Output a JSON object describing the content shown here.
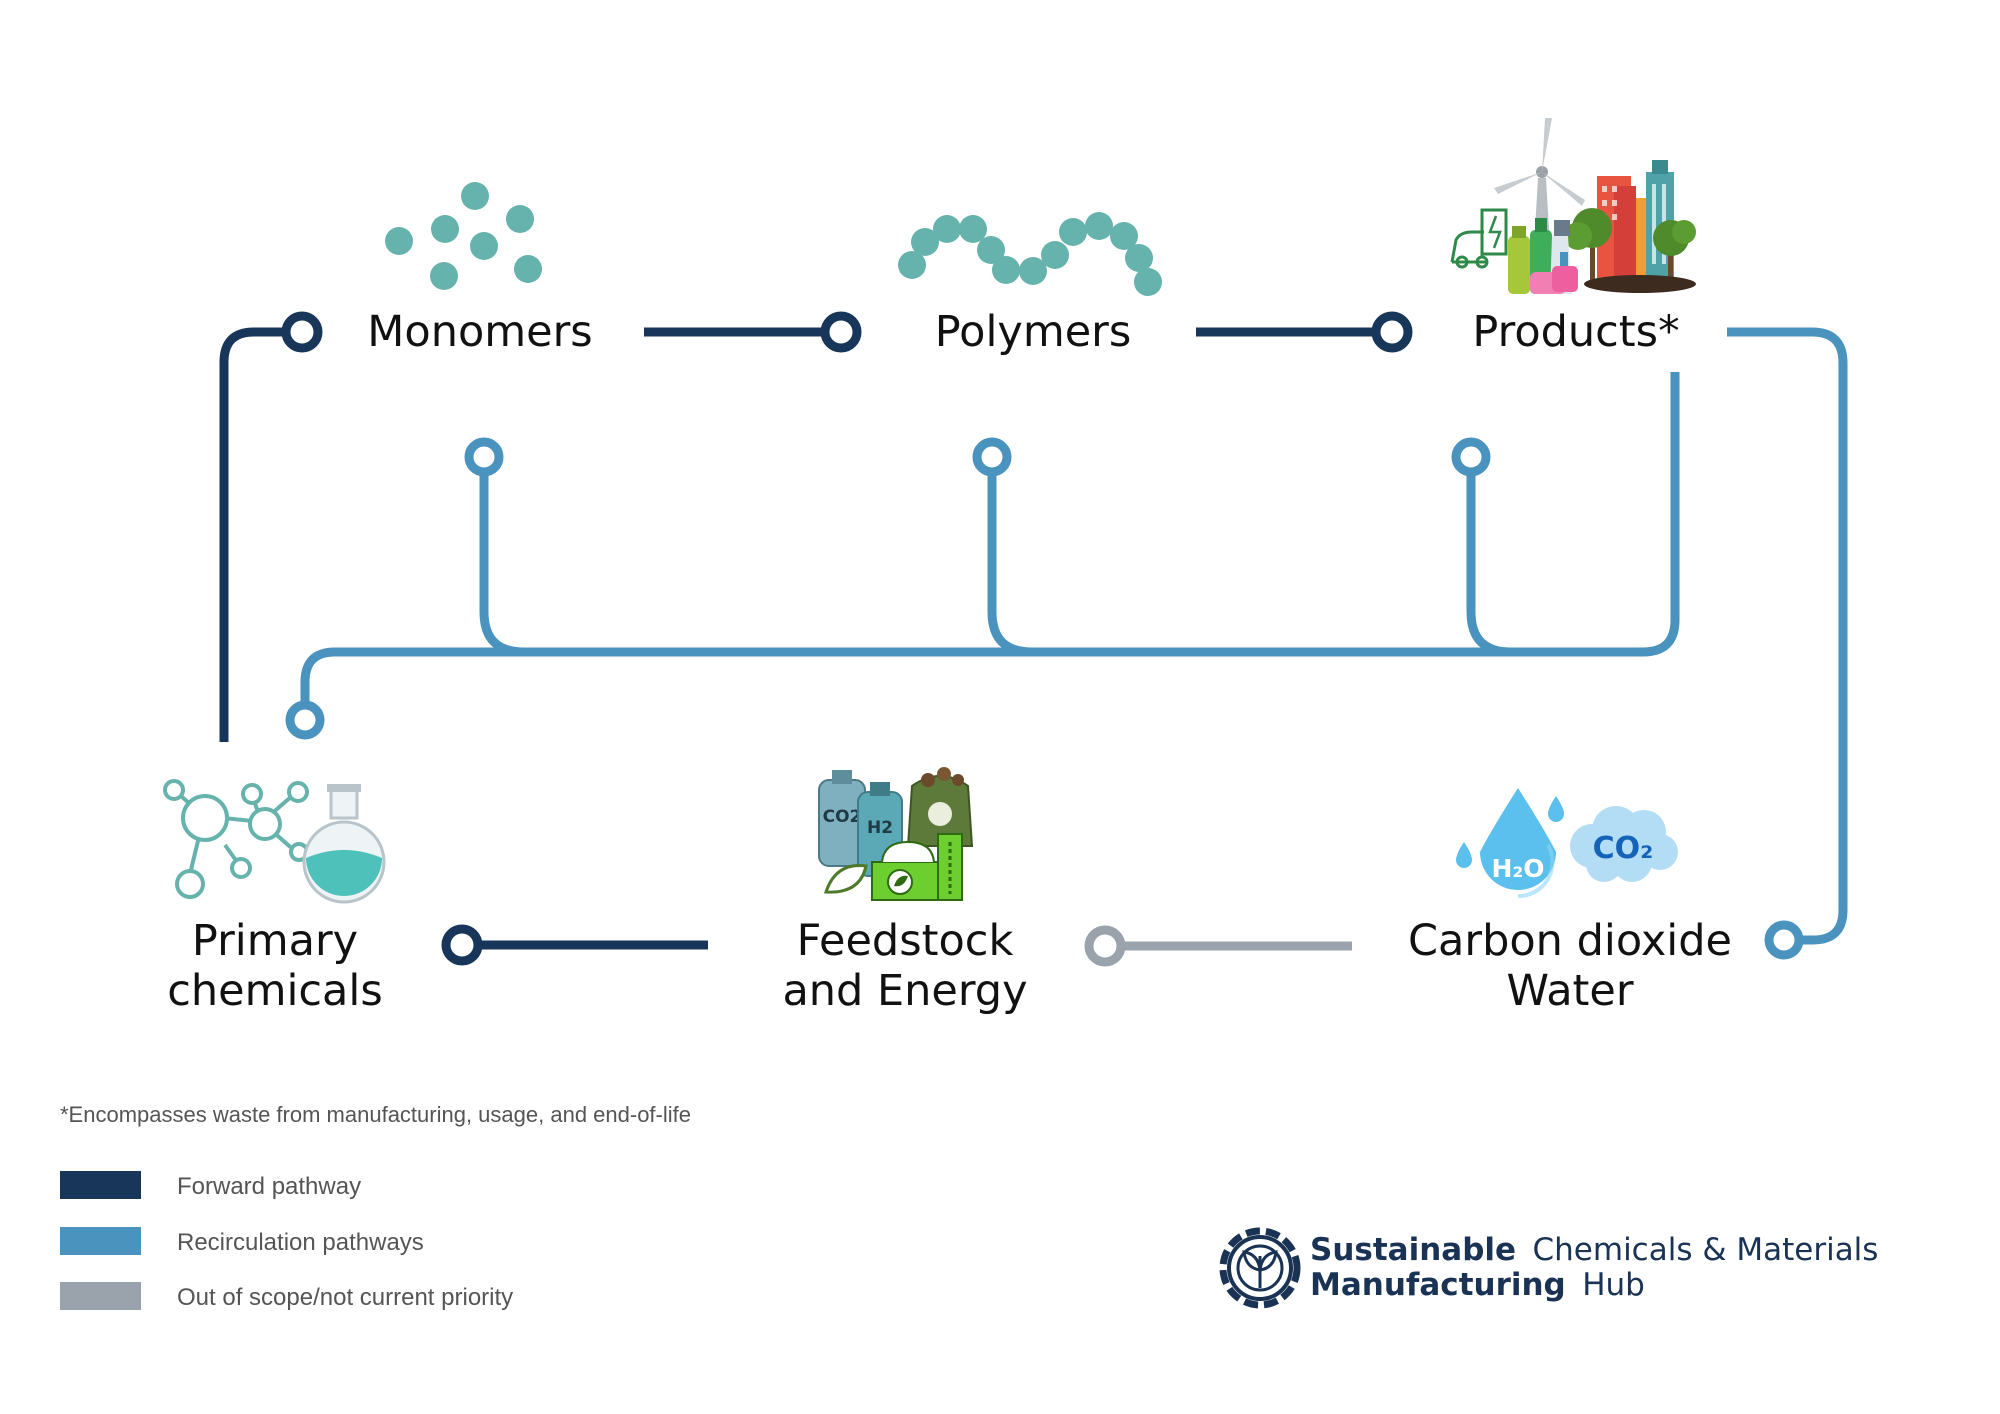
{
  "colors": {
    "forward": "#17365a",
    "recirculation": "#4a93bf",
    "out_of_scope": "#9aa2ab",
    "teal_icon": "#66b3ad",
    "logo": "#1a3354"
  },
  "nodes": {
    "monomers": "Monomers",
    "polymers": "Polymers",
    "products": "Products*",
    "primary_line1": "Primary",
    "primary_line2": "chemicals",
    "feedstock_line1": "Feedstock",
    "feedstock_line2": "and Energy",
    "co2_line1": "Carbon dioxide",
    "co2_line2": "Water"
  },
  "icon_labels": {
    "co2_tank": "CO2",
    "h2_tank": "H2",
    "water_drop": "H₂O",
    "co2_cloud": "CO₂"
  },
  "footnote": "*Encompasses waste from manufacturing, usage, and end-of-life",
  "legend": [
    {
      "label": "Forward pathway",
      "color": "#17365a"
    },
    {
      "label": "Recirculation pathways",
      "color": "#4a93bf"
    },
    {
      "label": "Out of scope/not current priority",
      "color": "#9aa2ab"
    }
  ],
  "logo": {
    "bold_line1": "Sustainable",
    "light_line1": "Chemicals & Materials",
    "bold_line2": "Manufacturing",
    "light_line2": "Hub",
    "icon": "gear-leaf-icon"
  }
}
